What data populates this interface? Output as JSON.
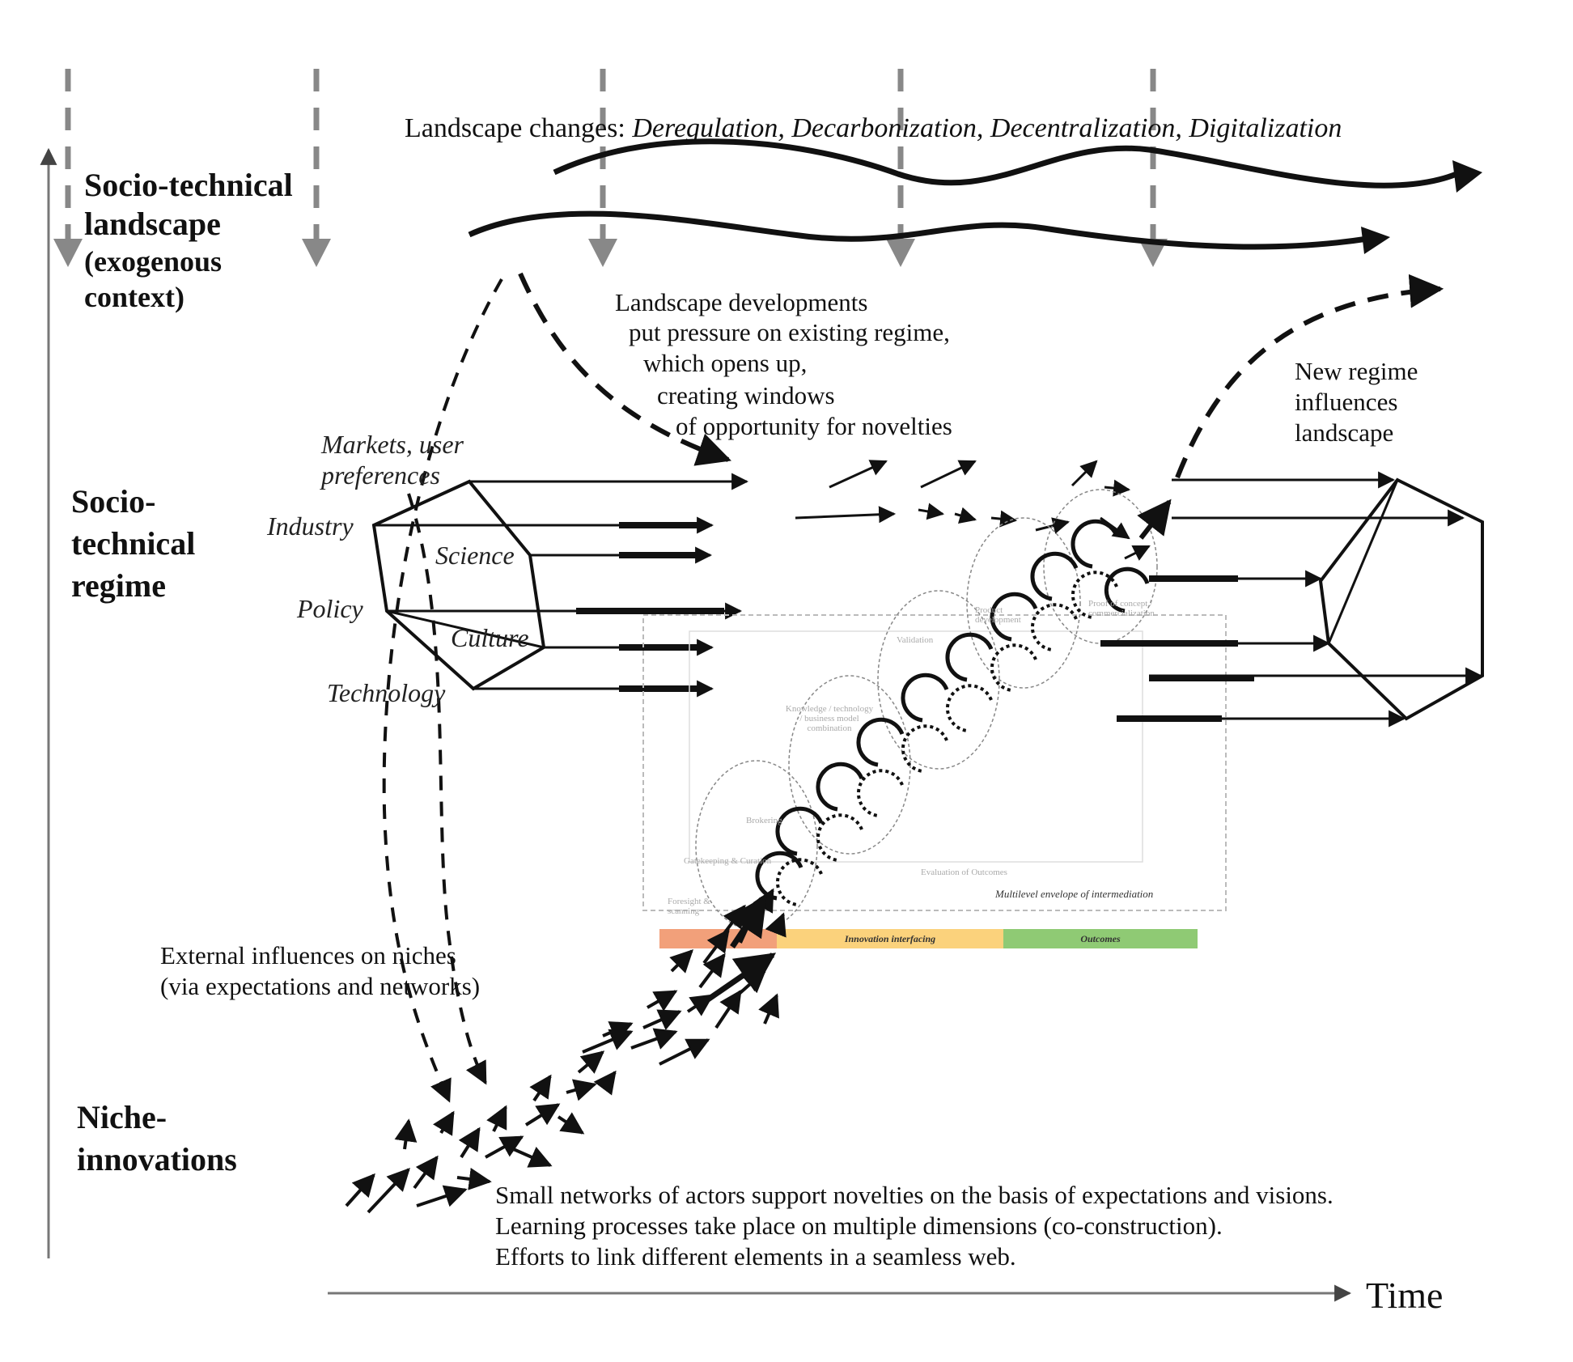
{
  "levels": {
    "landscape": [
      "Socio-technical",
      "landscape",
      "(exogenous",
      "context)"
    ],
    "regime": [
      "Socio-",
      "technical",
      "regime"
    ],
    "niche": [
      "Niche-",
      "innovations"
    ]
  },
  "landscape_changes": {
    "prefix": "Landscape changes: ",
    "items": "Deregulation, Decarbonization, Decentralization, Digitalization"
  },
  "landscape_pressure": [
    "Landscape  developments",
    "put pressure on existing regime,",
    "which opens up,",
    "creating windows",
    "of opportunity for novelties"
  ],
  "new_regime": [
    "New  regime",
    "influences",
    "landscape"
  ],
  "regime_dimensions": {
    "markets": [
      "Markets, user",
      "preferences"
    ],
    "industry": "Industry",
    "science": "Science",
    "policy": "Policy",
    "culture": "Culture",
    "technology": "Technology"
  },
  "external_influences": [
    "External influences on niches",
    "(via expectations and networks)"
  ],
  "niche_description": [
    "Small networks of actors support novelties on the basis of expectations and visions.",
    "Learning processes take place on multiple dimensions (co-construction).",
    "Efforts to link different elements in a seamless web."
  ],
  "time_label": "Time",
  "intermediation": {
    "envelope": "Multilevel envelope of intermediation",
    "phases": [
      "Innovation interfacing",
      "Outcomes"
    ],
    "faint_labels": [
      "Validation",
      "Product development",
      "Proof of concept / commercialization",
      "Knowledge / technology / business model combination",
      "Brokering",
      "Gatekeeping & Curation",
      "Foresight & scanning",
      "Evaluation of Outcomes"
    ]
  }
}
